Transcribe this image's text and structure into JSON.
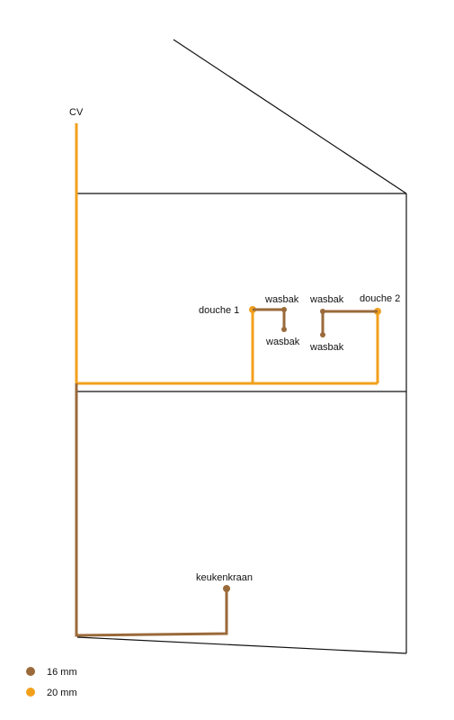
{
  "colors": {
    "outline": "#111111",
    "pipe_16": "#9a6a3a",
    "pipe_20": "#f2a01c"
  },
  "labels": {
    "cv": "CV",
    "douche1": "douche 1",
    "wasbak_a": "wasbak",
    "wasbak_b": "wasbak",
    "wasbak_c": "wasbak",
    "wasbak_d": "wasbak",
    "douche2": "douche 2",
    "keukenkraan": "keukenkraan"
  },
  "legend": [
    {
      "label": "16 mm",
      "color": "#9a6a3a"
    },
    {
      "label": "20 mm",
      "color": "#f2a01c"
    }
  ]
}
